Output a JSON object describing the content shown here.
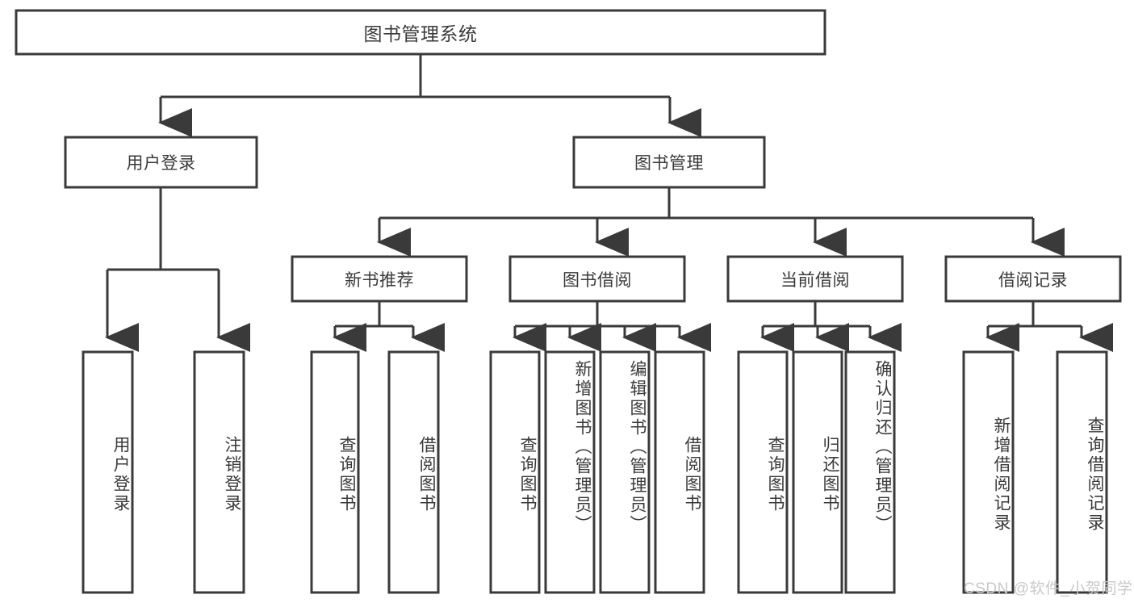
{
  "diagram": {
    "title_node": {
      "id": "root",
      "label": "图书管理系统"
    },
    "level1": [
      {
        "id": "user-login",
        "label": "用户登录"
      },
      {
        "id": "book-manage",
        "label": "图书管理"
      }
    ],
    "level2": [
      {
        "id": "new-book-recommend",
        "label": "新书推荐"
      },
      {
        "id": "book-borrow",
        "label": "图书借阅"
      },
      {
        "id": "current-borrow",
        "label": "当前借阅"
      },
      {
        "id": "borrow-record",
        "label": "借阅记录"
      }
    ],
    "leaves": {
      "user_login": [
        {
          "id": "leaf-user-login",
          "label": "用户登录"
        },
        {
          "id": "leaf-logout-login",
          "label": "注销登录"
        }
      ],
      "new_book_recommend": [
        {
          "id": "leaf-query-book-1",
          "label": "查询图书"
        },
        {
          "id": "leaf-borrow-book-1",
          "label": "借阅图书"
        }
      ],
      "book_borrow": [
        {
          "id": "leaf-query-book-2",
          "label": "查询图书"
        },
        {
          "id": "leaf-add-book",
          "label": "新增图书（管理员）"
        },
        {
          "id": "leaf-edit-book",
          "label": "编辑图书（管理员）"
        },
        {
          "id": "leaf-borrow-book-2",
          "label": "借阅图书"
        }
      ],
      "current_borrow": [
        {
          "id": "leaf-query-book-3",
          "label": "查询图书"
        },
        {
          "id": "leaf-return-book",
          "label": "归还图书"
        },
        {
          "id": "leaf-confirm-return",
          "label": "确认归还（管理员）"
        }
      ],
      "borrow_record": [
        {
          "id": "leaf-add-record",
          "label": "新增借阅记录"
        },
        {
          "id": "leaf-query-record",
          "label": "查询借阅记录"
        }
      ]
    }
  },
  "watermark": {
    "text": "CSDN @软件_小贺同学"
  },
  "colors": {
    "stroke": "#3a3a3a",
    "box_fill": "#ffffff",
    "text": "#3a3a3a",
    "watermark": "#c9c9c9",
    "background": "#ffffff"
  }
}
